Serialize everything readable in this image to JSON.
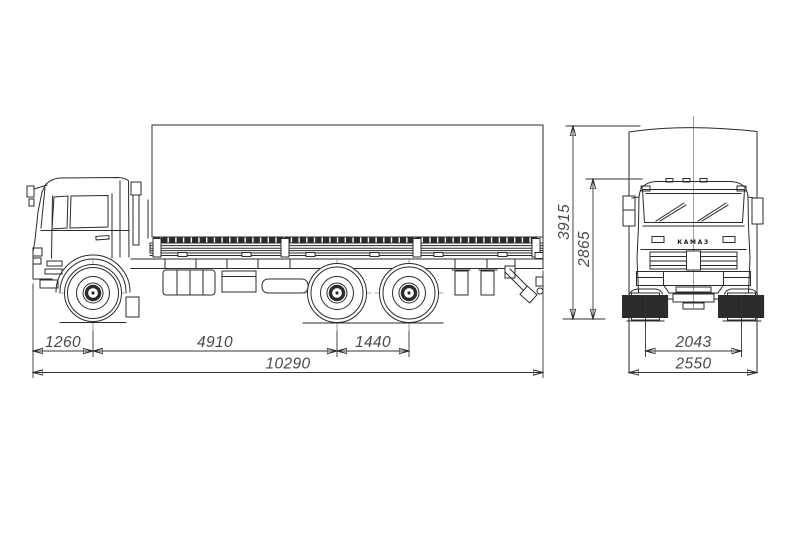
{
  "drawing": {
    "background_color": "#ffffff",
    "line_color": "#2b2b2b",
    "dim_text_color": "#4a4a4a",
    "unit": "mm"
  },
  "side_view": {
    "dims": {
      "front_overhang": "1260",
      "wheelbase": "4910",
      "rear_bogie_spread": "1440",
      "overall_length": "10290"
    }
  },
  "front_view": {
    "badge": "КАМАЗ",
    "dims": {
      "track_width": "2043",
      "overall_width": "2550",
      "overall_height": "3915",
      "cab_height": "2865"
    }
  }
}
